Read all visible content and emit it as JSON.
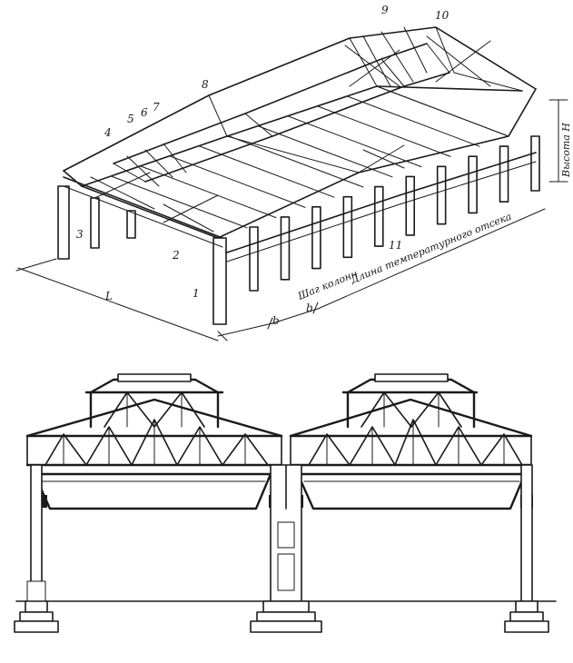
{
  "labels": {
    "n1": "1",
    "n2": "2",
    "n3": "3",
    "n4": "4",
    "n5": "5",
    "n6": "6",
    "n7": "7",
    "n8": "8",
    "n9": "9",
    "n10": "10",
    "n11": "11",
    "span": "L",
    "step_a": "b",
    "step_b": "b",
    "column_step": "Шаг колонн",
    "compartment_length": "Длина температурного отсека",
    "height": "Высота Н"
  }
}
